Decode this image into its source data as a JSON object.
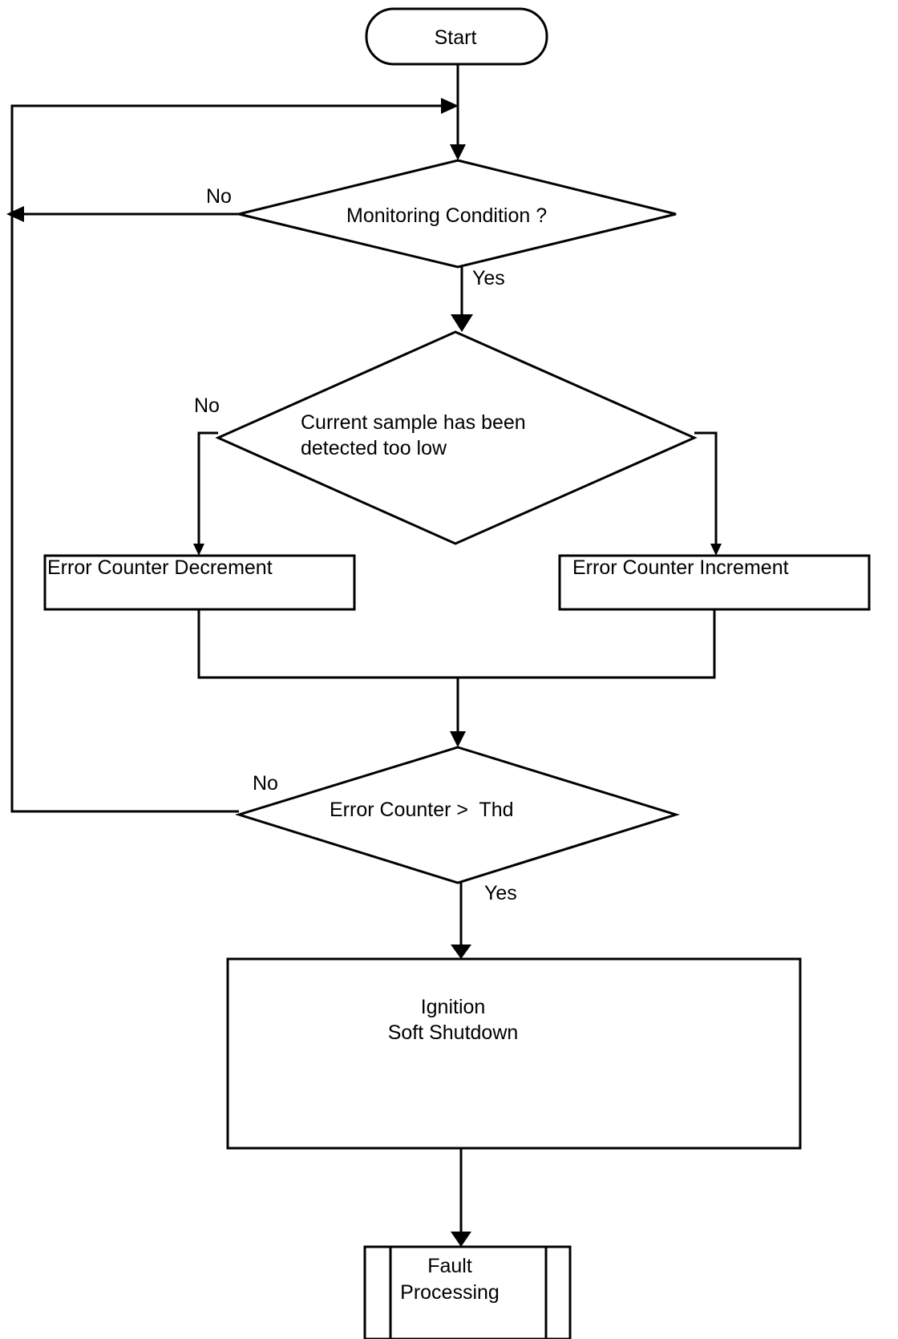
{
  "flowchart": {
    "start": "Start",
    "monitoring_decision": "Monitoring Condition ?",
    "monitoring_no": "No",
    "monitoring_yes": "Yes",
    "sample_decision": {
      "line1": "Current sample has been",
      "line2": "detected too low"
    },
    "sample_no": "No",
    "decrement_box": "Error Counter Decrement",
    "increment_box": "Error Counter Increment",
    "threshold_decision": "Error Counter >  Thd",
    "threshold_no": "No",
    "threshold_yes": "Yes",
    "shutdown_box": {
      "line1": "Ignition",
      "line2": "Soft Shutdown"
    },
    "fault_box": {
      "line1": "Fault",
      "line2": "Processing"
    }
  },
  "colors": {
    "stroke": "#000000",
    "background": "#ffffff"
  }
}
